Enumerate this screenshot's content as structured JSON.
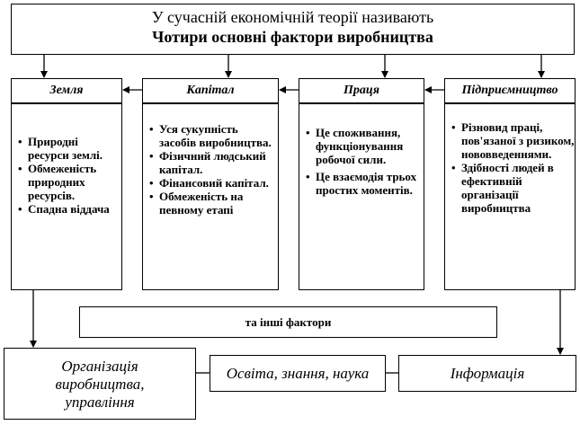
{
  "title": {
    "line1": "У сучасній економічній теорії називають",
    "line2": "Чотири основні фактори виробництва"
  },
  "factors": [
    {
      "heading": "Земля",
      "bullets": [
        "Природні ресурси землі.",
        "Обмеженість природних ресурсів.",
        "Спадна віддача"
      ]
    },
    {
      "heading": "Капітал",
      "bullets": [
        "Уся сукупність засобів виробництва.",
        "Фізичний людський капітал.",
        "Фінансовий капітал.",
        "Обмеженість на певному етапі"
      ]
    },
    {
      "heading": "Праця",
      "bullets": [
        "Це споживання, функціонування робочої сили.",
        "Це взаємодія трьох простих моментів."
      ]
    },
    {
      "heading": "Підприємництво",
      "bullets": [
        "Різновид праці, пов'язаної з ризиком, нововведеннями.",
        "Здібності людей в ефективній організації виробництва"
      ]
    }
  ],
  "others_label": "та інші фактори",
  "bottom": {
    "organization_line1": "Організація",
    "organization_line2": "виробництва,",
    "organization_line3": "управління",
    "education": "Освіта, знання, наука",
    "information": "Інформація"
  },
  "colors": {
    "line": "#000000",
    "background": "#ffffff"
  }
}
